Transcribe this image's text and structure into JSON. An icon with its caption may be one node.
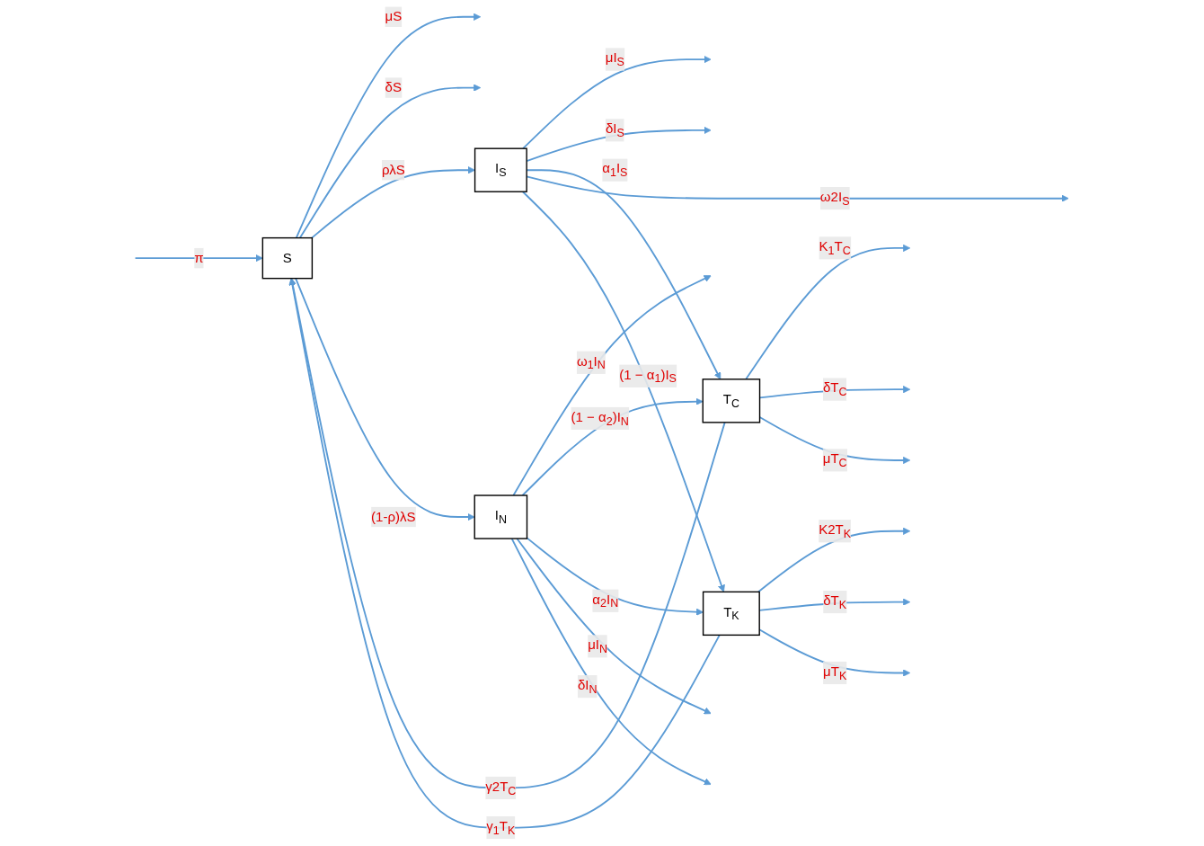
{
  "diagram": {
    "nodes": [
      {
        "text": [
          "S"
        ]
      },
      {
        "text": [
          "I$_{S}$"
        ]
      },
      {
        "text": [
          "I$_{N}$"
        ]
      },
      {
        "text": [
          "T$_{C}$"
        ]
      },
      {
        "text": [
          "T$_{K}$"
        ]
      }
    ],
    "edges": [
      {
        "from": null,
        "to": 0,
        "arrow": "to",
        "label": "π"
      },
      {
        "from": 0,
        "to": null,
        "arrow": "to",
        "label": "μS"
      },
      {
        "from": 0,
        "to": null,
        "arrow": "to",
        "label": "δS"
      },
      {
        "from": 0,
        "to": 1,
        "arrow": "to",
        "label": "ρλS"
      },
      {
        "from": 0,
        "to": 2,
        "arrow": "to",
        "label": "(1-ρ)λS"
      },
      {
        "from": 1,
        "to": null,
        "arrow": "to",
        "label": "μI$_{S}$"
      },
      {
        "from": 1,
        "to": null,
        "arrow": "to",
        "label": "δI$_{S}$"
      },
      {
        "from": 1,
        "to": 3,
        "arrow": "to",
        "label": "α$_{1}$I$_{S}$"
      },
      {
        "from": 1,
        "to": null,
        "arrow": "to",
        "label": "ω2I$_{S}$"
      },
      {
        "from": 1,
        "to": 4,
        "arrow": "to",
        "label": "(1 − α$_{1}$)I$_{S}$"
      },
      {
        "from": 2,
        "to": null,
        "arrow": "to",
        "label": "ω$_{1}$I$_{N}$"
      },
      {
        "from": 2,
        "to": 3,
        "arrow": "to",
        "label": "(1 − α$_{2}$)I$_{N}$"
      },
      {
        "from": 2,
        "to": 4,
        "arrow": "to",
        "label": "α$_{2}$I$_{N}$"
      },
      {
        "from": 2,
        "to": null,
        "arrow": "to",
        "label": "μI$_{N}$"
      },
      {
        "from": 2,
        "to": null,
        "arrow": "to",
        "label": "δI$_{N}$"
      },
      {
        "from": 3,
        "to": 0,
        "arrow": "to",
        "label": "γ2T$_{C}$"
      },
      {
        "from": 3,
        "to": null,
        "arrow": "to",
        "label": "K$_{1}$T$_{C}$"
      },
      {
        "from": 3,
        "to": null,
        "arrow": "to",
        "label": "δT$_{C}$"
      },
      {
        "from": 3,
        "to": null,
        "arrow": "to",
        "label": "μT$_{C}$"
      },
      {
        "from": 4,
        "to": 0,
        "arrow": "to",
        "label": "γ$_{1}$T$_{K}$"
      },
      {
        "from": 4,
        "to": null,
        "arrow": "to",
        "label": "K2T$_{K}$"
      },
      {
        "from": 4,
        "to": null,
        "arrow": "to",
        "label": "δT$_{K}$"
      },
      {
        "from": 4,
        "to": null,
        "arrow": "to",
        "label": "μT$_{K}$"
      }
    ]
  }
}
